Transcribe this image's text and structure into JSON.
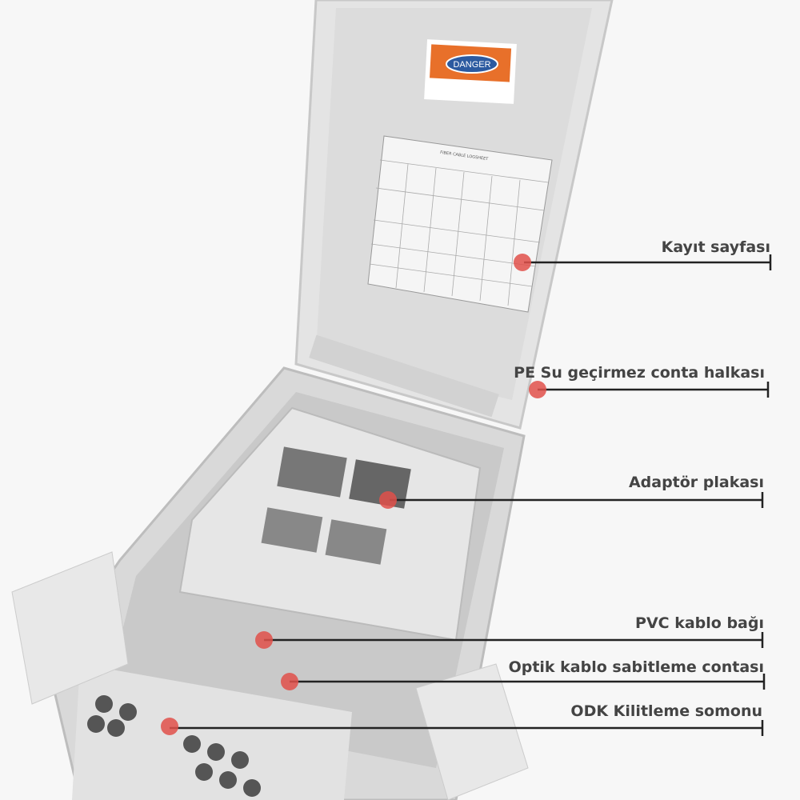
{
  "product": {
    "sticker_text": "DANGER",
    "record_sheet_title": "FIBER CABLE LOGSHEET"
  },
  "colors": {
    "dot": "#e0504a",
    "line": "#222222",
    "label": "#444444",
    "sticker": "#e8702a"
  },
  "callouts": [
    {
      "label": "Kayıt sayfası"
    },
    {
      "label": "PE Su geçirmez conta halkası"
    },
    {
      "label": "Adaptör plakası"
    },
    {
      "label": "PVC kablo bağı"
    },
    {
      "label": "Optik kablo sabitleme contası"
    },
    {
      "label": "ODK Kilitleme somonu"
    }
  ]
}
